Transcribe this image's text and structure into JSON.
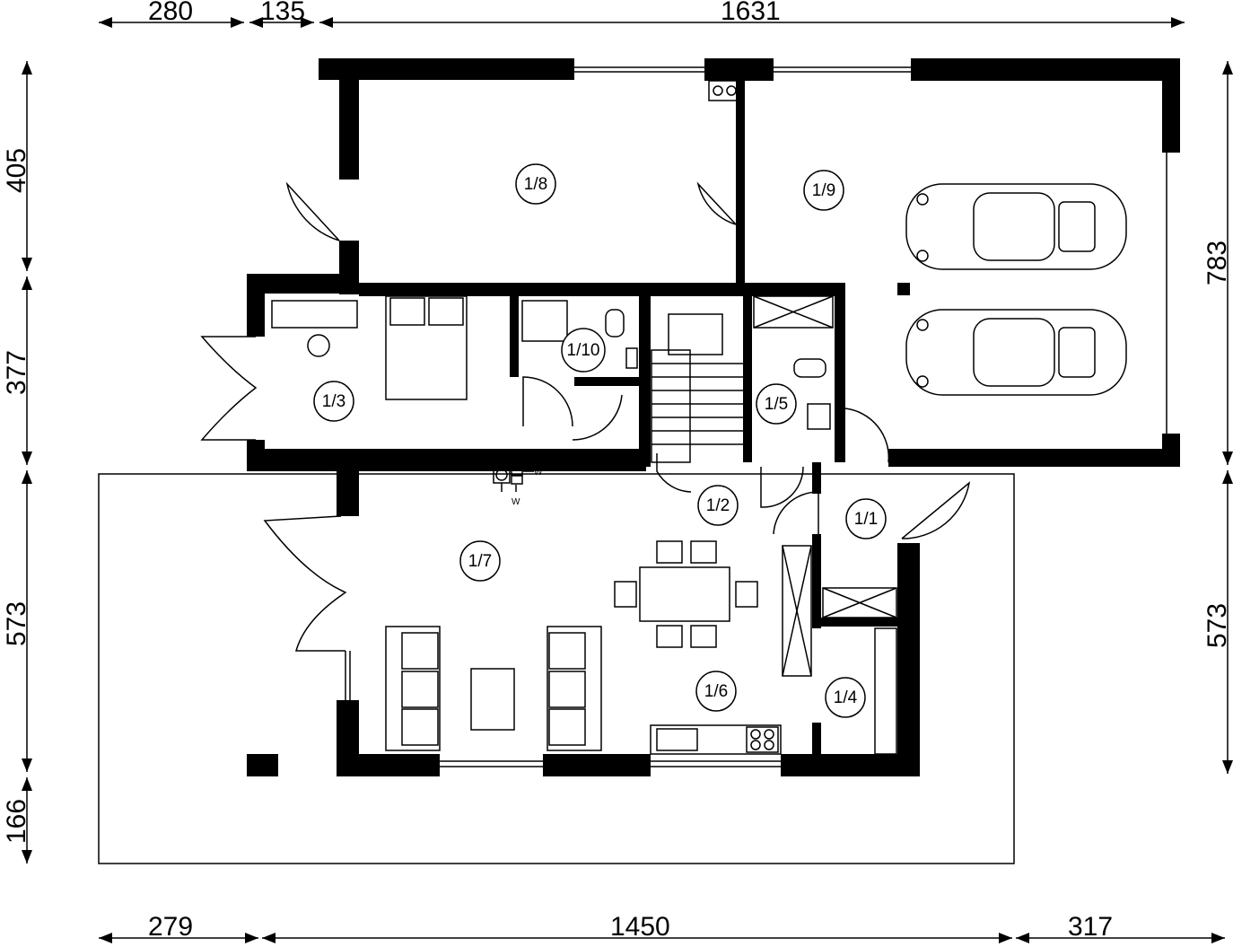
{
  "dimensions": {
    "top": [
      "280",
      "135",
      "1631"
    ],
    "bottom": [
      "279",
      "1450",
      "317"
    ],
    "left": [
      "405",
      "377",
      "573",
      "166"
    ],
    "right": [
      "783",
      "573"
    ]
  },
  "rooms": [
    "1/1",
    "1/2",
    "1/3",
    "1/4",
    "1/5",
    "1/6",
    "1/7",
    "1/8",
    "1/9",
    "1/10"
  ],
  "utility_marks": {
    "w_right": "W",
    "w_below": "W"
  }
}
